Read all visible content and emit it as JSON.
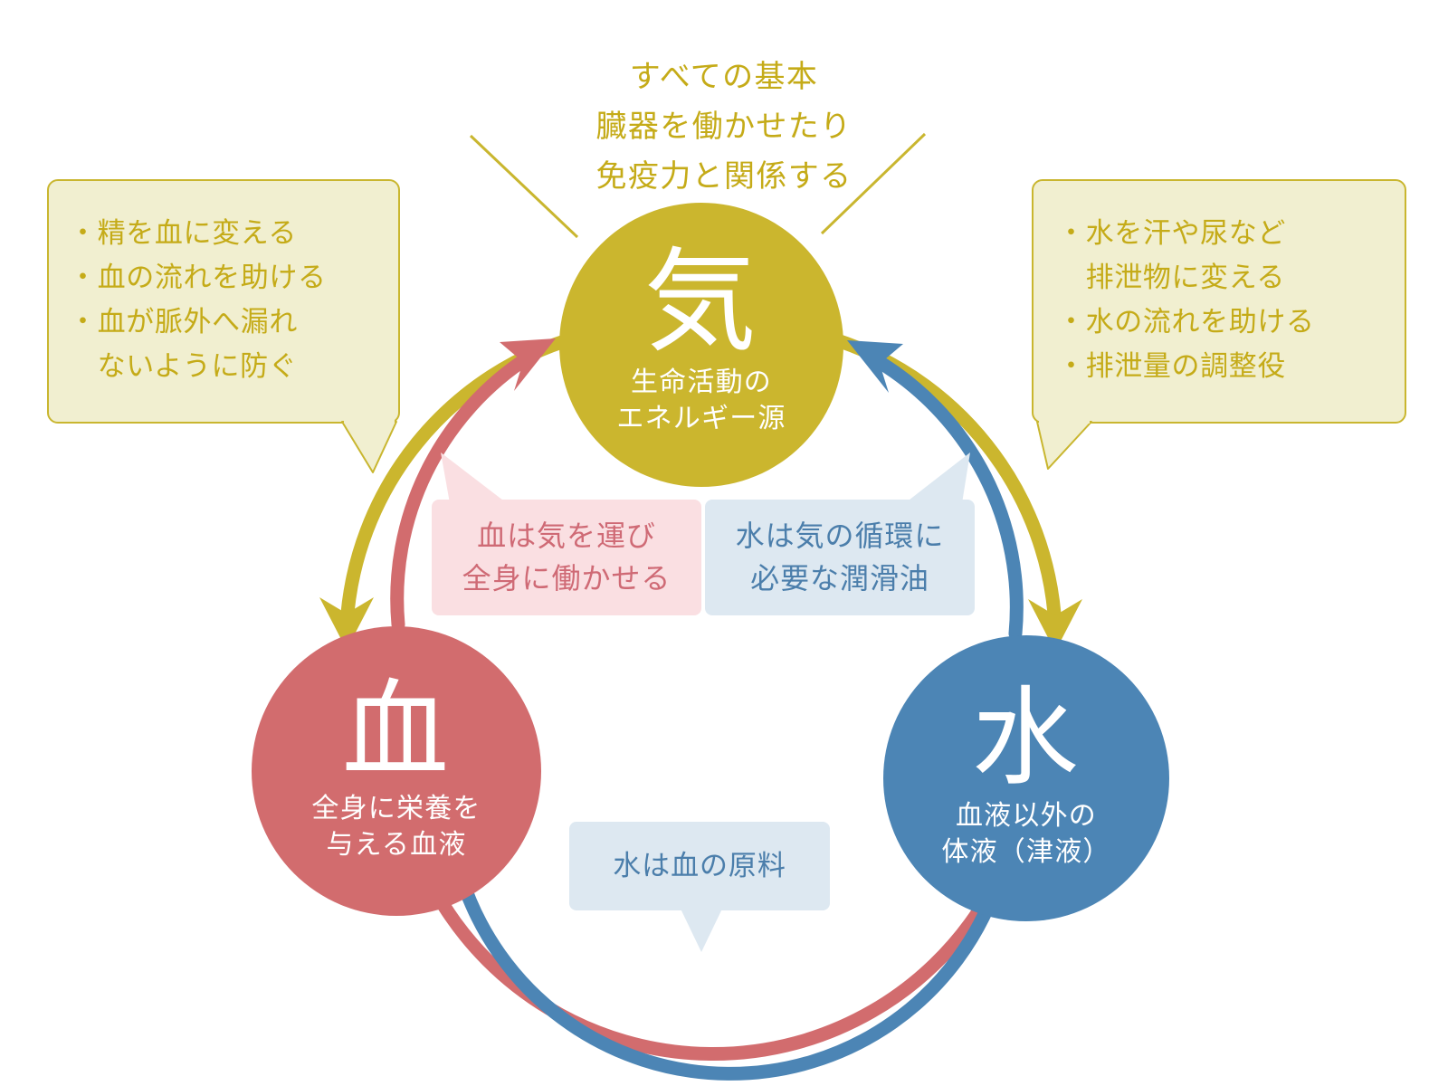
{
  "palette": {
    "gold": "#cbb62e",
    "gold_text": "#c5ab18",
    "gold_fill": "#f1efd0",
    "red": "#d26c6e",
    "red_fill": "#fadfe2",
    "red_text": "#cf6a75",
    "blue": "#4c85b5",
    "blue_fill": "#dde8f1",
    "blue_text": "#4b7eab",
    "background": "#ffffff"
  },
  "heading": {
    "text": "すべての基本\n臓器を働かせたり\n免疫力と関係する"
  },
  "nodes": {
    "ki": {
      "glyph": "気",
      "caption": "生命活動の\nエネルギー源"
    },
    "ketsu": {
      "glyph": "血",
      "caption": "全身に栄養を\n与える血液"
    },
    "sui": {
      "glyph": "水",
      "caption": "血液以外の\n体液（津液）"
    }
  },
  "notes": {
    "left": {
      "text": "・精を血に変える\n・血の流れを助ける\n・血が脈外へ漏れ\n　ないように防ぐ"
    },
    "right": {
      "text": "・水を汗や尿など\n　排泄物に変える\n・水の流れを助ける\n・排泄量の調整役"
    }
  },
  "relations": {
    "blood_to_ki": {
      "text": "血は気を運び\n全身に働かせる"
    },
    "water_to_ki": {
      "text": "水は気の循環に\n必要な潤滑油"
    },
    "water_to_blood": {
      "text": "水は血の原料"
    }
  }
}
